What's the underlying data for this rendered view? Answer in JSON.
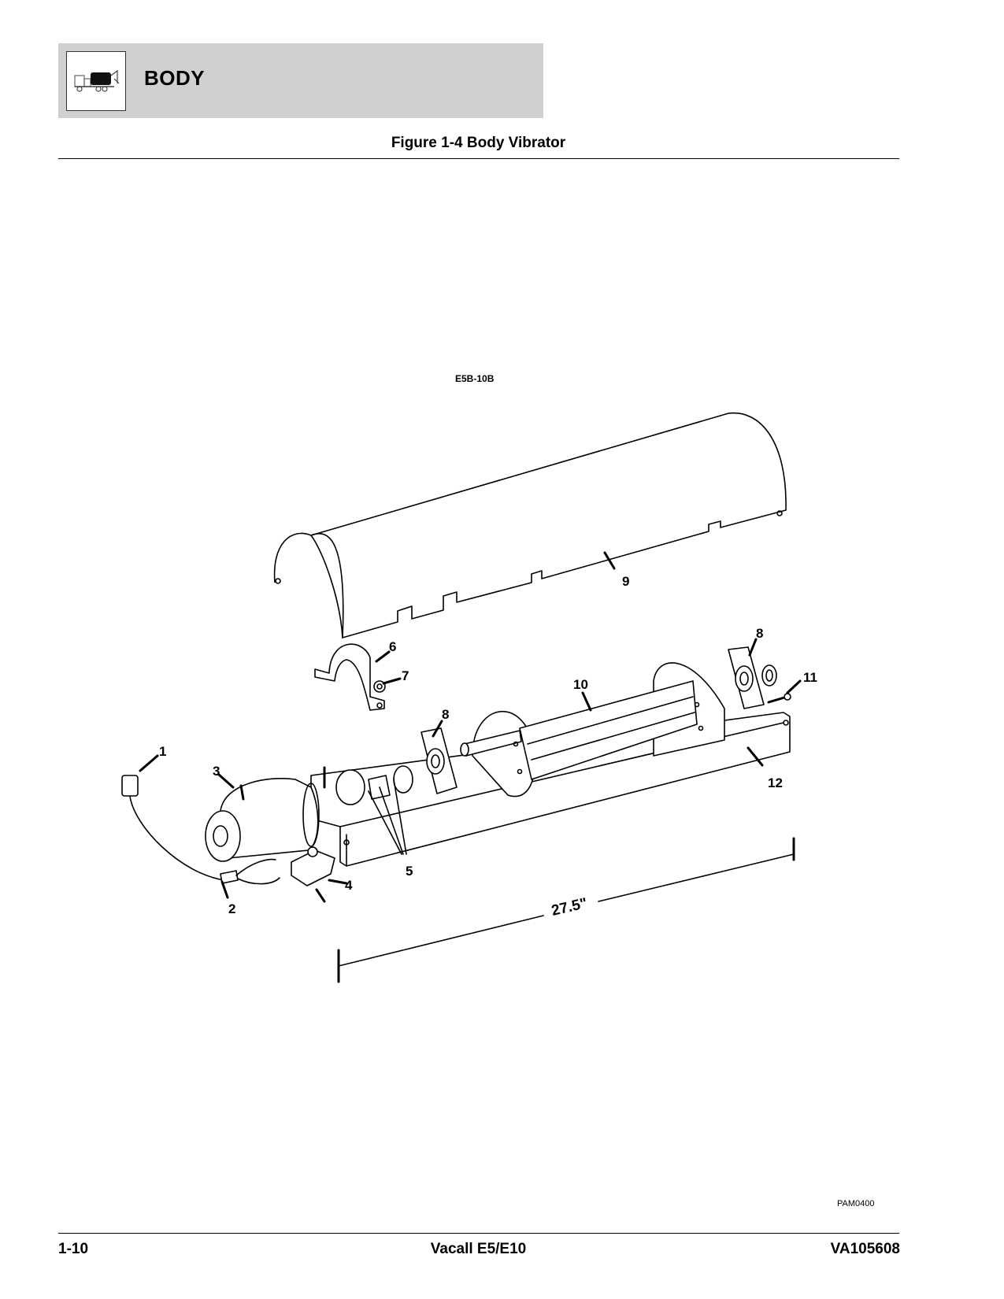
{
  "header": {
    "section_title": "BODY",
    "icon": "vacuum-truck-icon"
  },
  "figure": {
    "title": "Figure 1-4 Body Vibrator",
    "drawing_code": "E5B-10B",
    "reference_code": "PAM0400",
    "dimension_label": "27.5\"",
    "callouts": [
      "1",
      "2",
      "3",
      "4",
      "5",
      "6",
      "7",
      "8",
      "8",
      "9",
      "10",
      "11",
      "12"
    ]
  },
  "footer": {
    "page_number": "1-10",
    "product": "Vacall E5/E10",
    "document_number": "VA105608"
  }
}
